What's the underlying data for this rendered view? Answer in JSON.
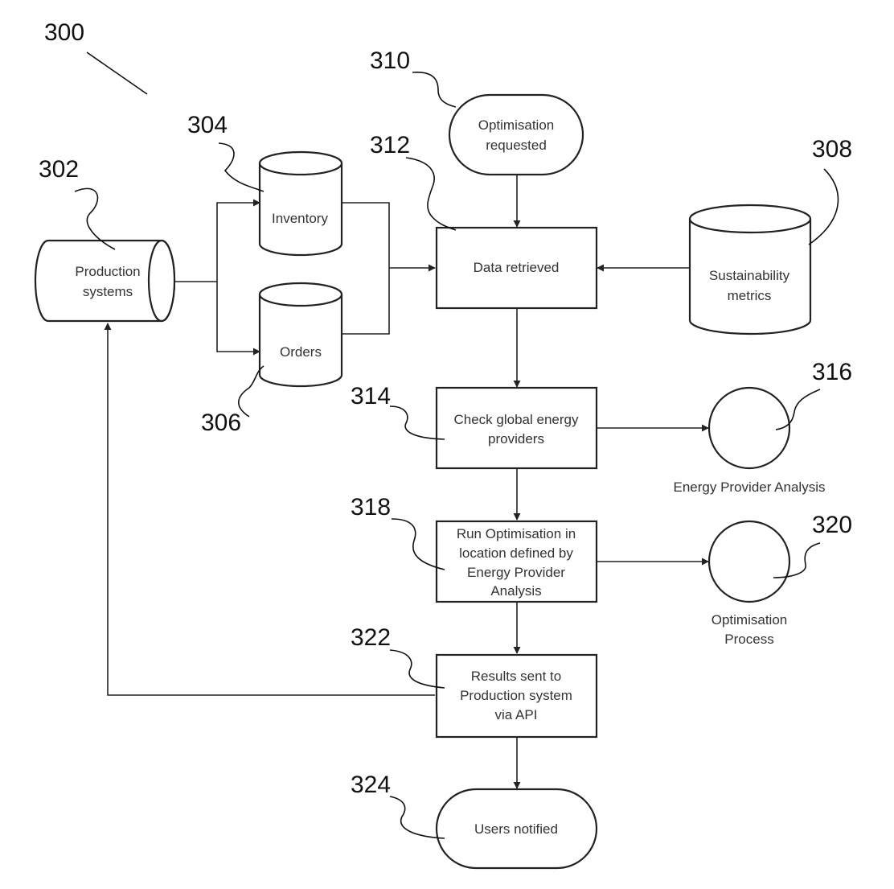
{
  "figure_ref": "300",
  "nodes": {
    "production_systems": {
      "ref": "302",
      "lines": [
        "Production",
        "systems"
      ]
    },
    "inventory": {
      "ref": "304",
      "lines": [
        "Inventory"
      ]
    },
    "orders": {
      "ref": "306",
      "lines": [
        "Orders"
      ]
    },
    "sustainability_metrics": {
      "ref": "308",
      "lines": [
        "Sustainability",
        "metrics"
      ]
    },
    "optimisation_requested": {
      "ref": "310",
      "lines": [
        "Optimisation",
        "requested"
      ]
    },
    "data_retrieved": {
      "ref": "312",
      "lines": [
        "Data retrieved"
      ]
    },
    "check_energy_providers": {
      "ref": "314",
      "lines": [
        "Check global energy",
        "providers"
      ]
    },
    "energy_provider_analysis": {
      "ref": "316",
      "lines": [
        "Energy Provider Analysis"
      ]
    },
    "run_optimisation": {
      "ref": "318",
      "lines": [
        "Run Optimisation in",
        "location defined by",
        "Energy Provider",
        "Analysis"
      ]
    },
    "optimisation_process": {
      "ref": "320",
      "lines": [
        "Optimisation",
        "Process"
      ]
    },
    "results_sent": {
      "ref": "322",
      "lines": [
        "Results sent to",
        "Production system",
        "via API"
      ]
    },
    "users_notified": {
      "ref": "324",
      "lines": [
        "Users notified"
      ]
    }
  }
}
